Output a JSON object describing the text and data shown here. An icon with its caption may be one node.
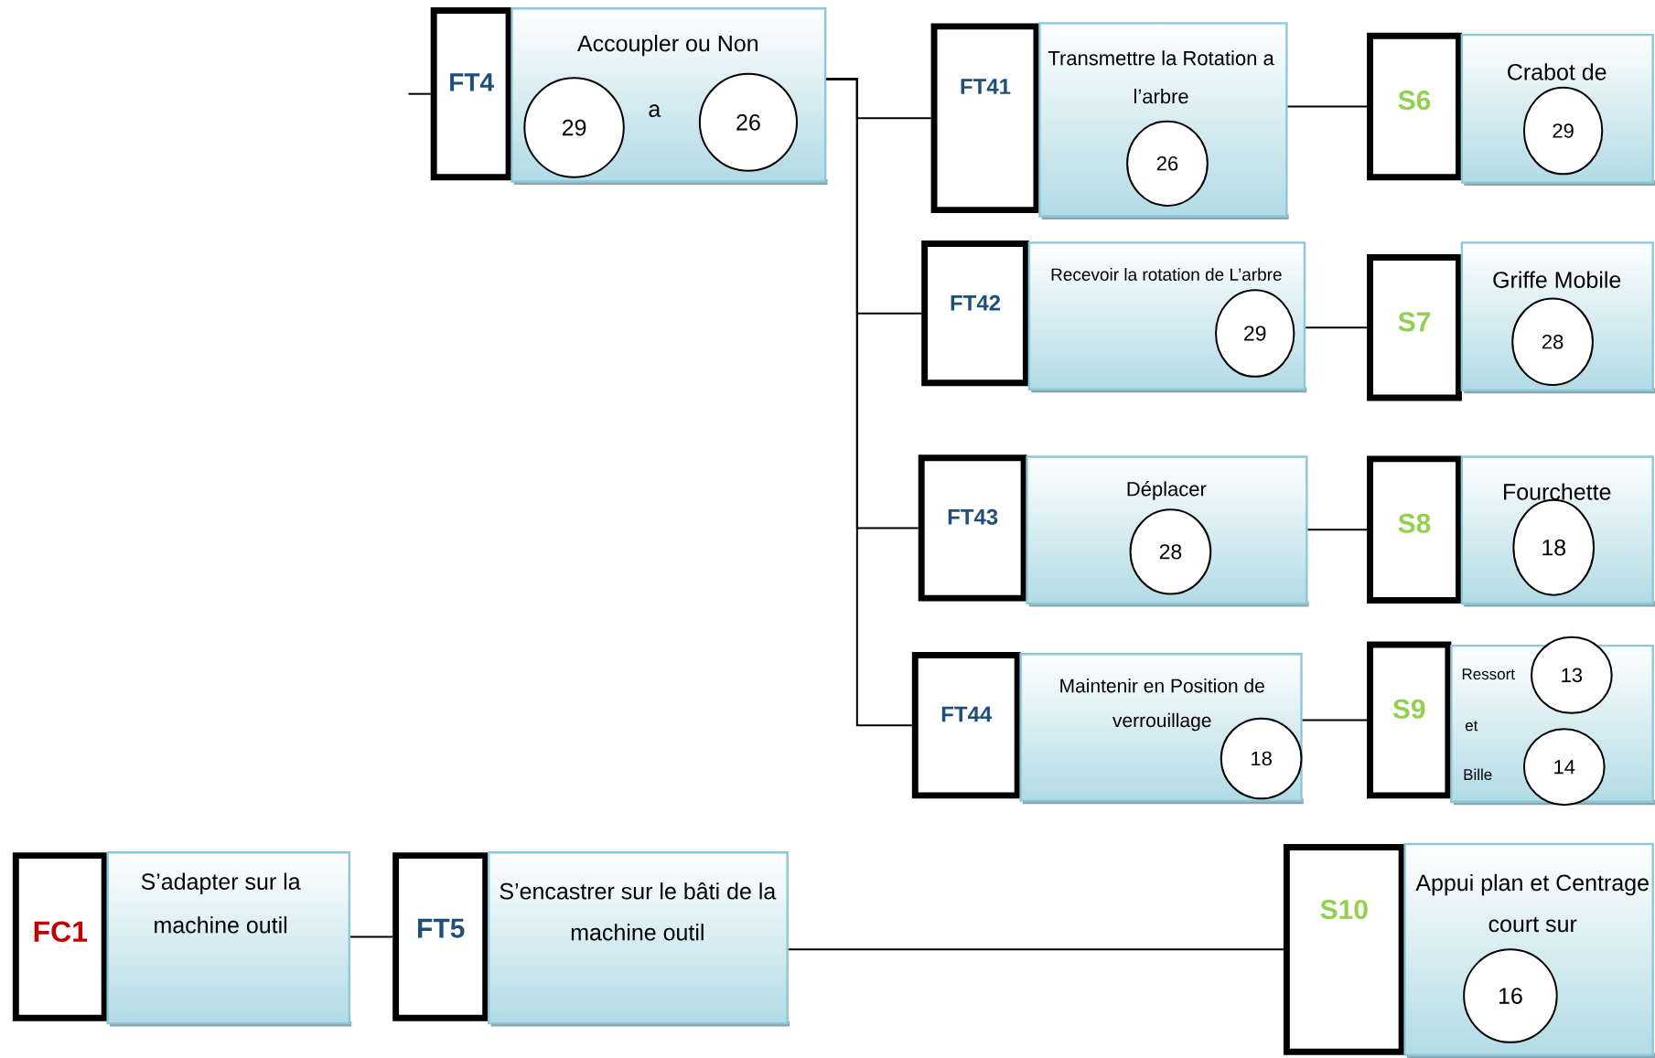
{
  "diagram": {
    "nodes": [
      {
        "text": [
          "FT4"
        ]
      },
      {
        "text": [
          "Accoupler ou Non",
          "a"
        ]
      },
      {
        "text": [
          "29"
        ],
        "in": 1
      },
      {
        "text": [
          "26"
        ],
        "in": 1
      },
      {
        "text": [
          "FT41"
        ]
      },
      {
        "text": [
          "Transmettre la Rotation a l’arbre"
        ]
      },
      {
        "text": [
          "26"
        ],
        "in": 5
      },
      {
        "text": [
          "S6"
        ]
      },
      {
        "text": [
          "Crabot de"
        ]
      },
      {
        "text": [
          "29"
        ],
        "in": 8
      },
      {
        "text": [
          "FT42"
        ]
      },
      {
        "text": [
          "Recevoir la rotation de L’arbre"
        ]
      },
      {
        "text": [
          "29"
        ],
        "in": 11
      },
      {
        "text": [
          "S7"
        ]
      },
      {
        "text": [
          "Griffe Mobile"
        ]
      },
      {
        "text": [
          "28"
        ],
        "in": 14
      },
      {
        "text": [
          "FT43"
        ]
      },
      {
        "text": [
          "Déplacer"
        ]
      },
      {
        "text": [
          "28"
        ],
        "in": 17
      },
      {
        "text": [
          "S8"
        ]
      },
      {
        "text": [
          "Fourchette"
        ]
      },
      {
        "text": [
          "18"
        ],
        "in": 20
      },
      {
        "text": [
          "FT44"
        ]
      },
      {
        "text": [
          "Maintenir en Position de verrouillage"
        ]
      },
      {
        "text": [
          "18"
        ],
        "in": 23
      },
      {
        "text": [
          "S9"
        ]
      },
      {
        "text": [
          "Ressort",
          "et",
          "Bille"
        ]
      },
      {
        "text": [
          "13"
        ],
        "in": 26
      },
      {
        "text": [
          "14"
        ],
        "in": 26
      },
      {
        "text": [
          "FC1"
        ]
      },
      {
        "text": [
          "S’adapter sur la machine outil"
        ]
      },
      {
        "text": [
          "FT5"
        ]
      },
      {
        "text": [
          "S’encastrer sur le bâti de la machine outil"
        ]
      },
      {
        "text": [
          "S10"
        ]
      },
      {
        "text": [
          "Appui plan et Centrage court sur"
        ]
      },
      {
        "text": [
          "16"
        ],
        "in": 34
      }
    ],
    "edges": [
      {
        "from": null,
        "to": 0,
        "arrow": "none"
      },
      {
        "from": 1,
        "to": 4,
        "arrow": "none"
      },
      {
        "from": 1,
        "to": 10,
        "arrow": "none"
      },
      {
        "from": 1,
        "to": 16,
        "arrow": "none"
      },
      {
        "from": 1,
        "to": 22,
        "arrow": "none"
      },
      {
        "from": 5,
        "to": 7,
        "arrow": "none"
      },
      {
        "from": 11,
        "to": 13,
        "arrow": "none"
      },
      {
        "from": 17,
        "to": 19,
        "arrow": "none"
      },
      {
        "from": 23,
        "to": 25,
        "arrow": "none"
      },
      {
        "from": 30,
        "to": 31,
        "arrow": "none"
      },
      {
        "from": 32,
        "to": 33,
        "arrow": "none"
      }
    ]
  }
}
